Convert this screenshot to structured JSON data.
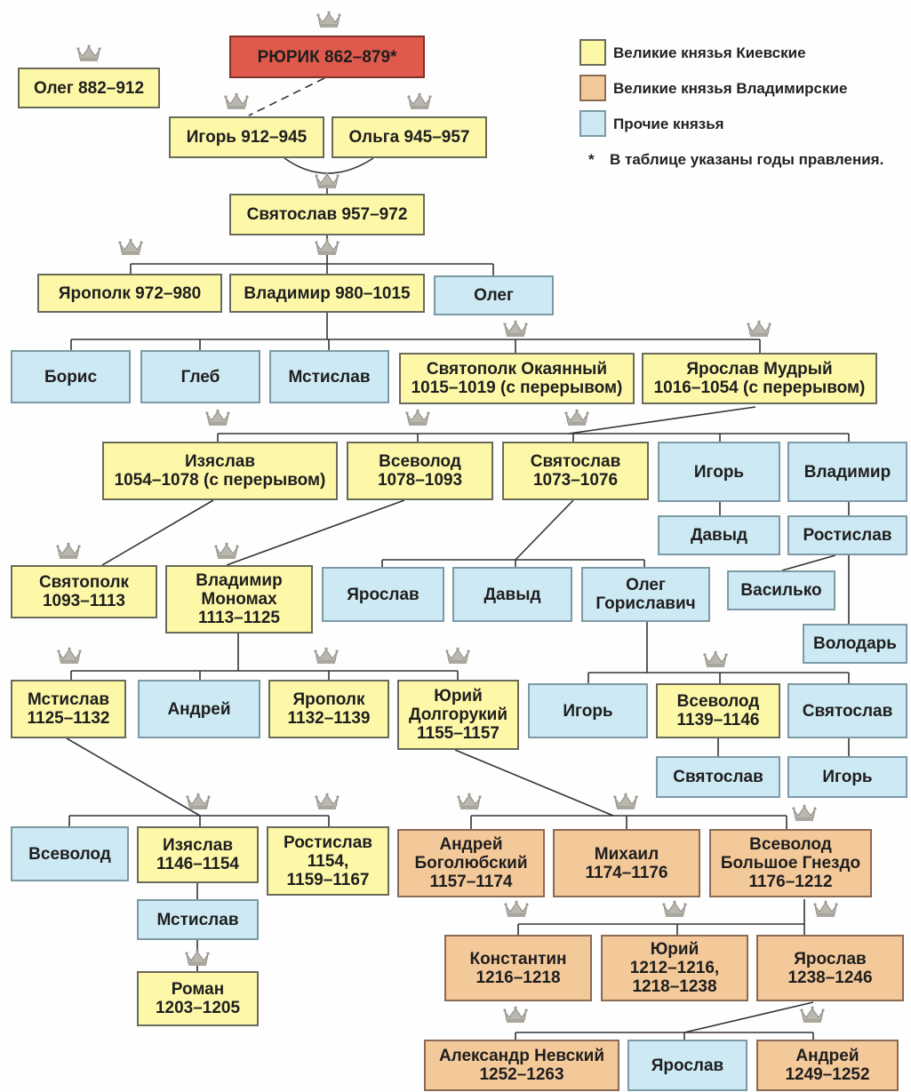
{
  "legend": {
    "kiev": "Великие князья Киевские",
    "vladimir": "Великие князья Владимирские",
    "other": "Прочие князья",
    "note_star": "*",
    "note": "В таблице указаны годы правления."
  },
  "colors": {
    "kiev": "#fdf8a8",
    "vladimir": "#f4c99a",
    "other": "#cde9f3",
    "rurik": "#df5a4c"
  },
  "nodes": {
    "rurik": "РЮРИК 862–879*",
    "oleg1": "Олег 882–912",
    "igor1": "Игорь 912–945",
    "olga": "Ольга 945–957",
    "svyatoslav1": "Святослав 957–972",
    "yaropolk1": "Ярополк 972–980",
    "vladimir1": "Владимир 980–1015",
    "oleg2": "Олег",
    "boris": "Борис",
    "gleb": "Глеб",
    "mstislav1": "Мстислав",
    "svyatopolk1": "Святополк Окаянный\n1015–1019 (с перерывом)",
    "yaroslav1": "Ярослав Мудрый\n1016–1054 (с перерывом)",
    "izyaslav1": "Изяслав\n1054–1078 (с перерывом)",
    "vsevolod1": "Всеволод\n1078–1093",
    "svyatoslav2": "Святослав\n1073–1076",
    "igor2": "Игорь",
    "vladimir2": "Владимир",
    "david1": "Давыд",
    "rostislav1": "Ростислав",
    "svyatopolk2": "Святополк\n1093–1113",
    "monomakh": "Владимир\nМономах\n1113–1125",
    "yaroslav2": "Ярослав",
    "david2": "Давыд",
    "oleg3": "Олег\nГориславич",
    "vasilko": "Василько",
    "volodar": "Володарь",
    "mstislav2": "Мстислав\n1125–1132",
    "andrey1": "Андрей",
    "yaropolk2": "Ярополк\n1132–1139",
    "yuri1": "Юрий\nДолгорукий\n1155–1157",
    "igor3": "Игорь",
    "vsevolod2": "Всеволод\n1139–1146",
    "svyatoslav3": "Святослав",
    "svyatoslav4": "Святослав",
    "igor4": "Игорь",
    "vsevolod3": "Всеволод",
    "izyaslav2": "Изяслав\n1146–1154",
    "rostislav2": "Ростислав\n1154,\n1159–1167",
    "andrey2": "Андрей\nБоголюбский\n1157–1174",
    "mikhail": "Михаил\n1174–1176",
    "vsevolod4": "Всеволод\nБольшое Гнездо\n1176–1212",
    "mstislav3": "Мстислав",
    "roman": "Роман\n1203–1205",
    "konstantin": "Константин\n1216–1218",
    "yuri2": "Юрий\n1212–1216,\n1218–1238",
    "yaroslav3": "Ярослав\n1238–1246",
    "alexander": "Александр Невский\n1252–1263",
    "yaroslav4": "Ярослав",
    "andrey3": "Андрей\n1249–1252"
  }
}
